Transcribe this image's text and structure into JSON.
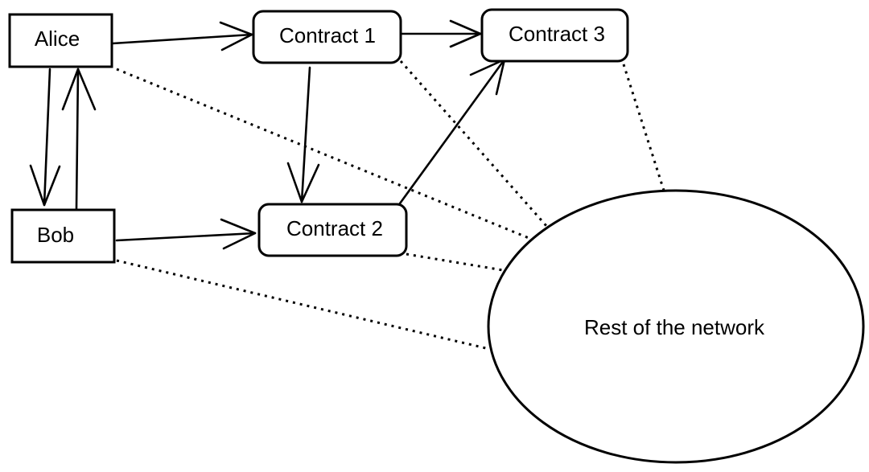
{
  "diagram": {
    "nodes": {
      "alice": {
        "label": "Alice"
      },
      "bob": {
        "label": "Bob"
      },
      "contract1": {
        "label": "Contract 1"
      },
      "contract2": {
        "label": "Contract 2"
      },
      "contract3": {
        "label": "Contract 3"
      },
      "network": {
        "label": "Rest of the network"
      }
    },
    "edges": [
      {
        "from": "Alice",
        "to": "Contract 1",
        "style": "solid-arrow"
      },
      {
        "from": "Contract 1",
        "to": "Contract 3",
        "style": "solid-arrow"
      },
      {
        "from": "Contract 1",
        "to": "Contract 2",
        "style": "solid-arrow"
      },
      {
        "from": "Contract 2",
        "to": "Contract 3",
        "style": "solid-arrow"
      },
      {
        "from": "Alice",
        "to": "Bob",
        "style": "solid-arrow"
      },
      {
        "from": "Bob",
        "to": "Alice",
        "style": "solid-arrow"
      },
      {
        "from": "Bob",
        "to": "Contract 2",
        "style": "solid-arrow"
      },
      {
        "from": "Alice",
        "to": "Rest of the network",
        "style": "dotted"
      },
      {
        "from": "Bob",
        "to": "Rest of the network",
        "style": "dotted"
      },
      {
        "from": "Contract 1",
        "to": "Rest of the network",
        "style": "dotted"
      },
      {
        "from": "Contract 2",
        "to": "Rest of the network",
        "style": "dotted"
      },
      {
        "from": "Contract 3",
        "to": "Rest of the network",
        "style": "dotted"
      }
    ],
    "colors": {
      "stroke": "#000000",
      "fill": "#ffffff"
    }
  }
}
